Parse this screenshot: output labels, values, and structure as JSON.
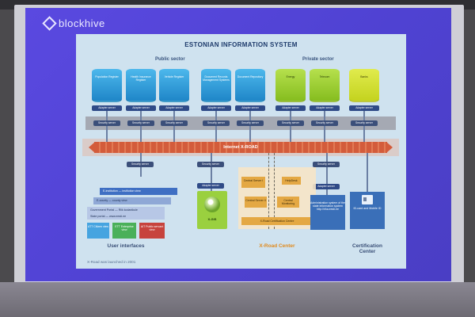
{
  "brand": {
    "name": "blockhive"
  },
  "slide": {
    "title": "ESTONIAN INFORMATION SYSTEM",
    "public_sector_label": "Public sector",
    "private_sector_label": "Private sector",
    "databases": [
      {
        "label": "Population Register",
        "color": "blue"
      },
      {
        "label": "Health Insurance Register",
        "color": "blue"
      },
      {
        "label": "Vehicle Register",
        "color": "blue"
      },
      {
        "label": "Document Records Management Systems",
        "color": "blue"
      },
      {
        "label": "Document Repository",
        "color": "blue"
      },
      {
        "label": "Energy",
        "color": "green"
      },
      {
        "label": "Telecom",
        "color": "green"
      },
      {
        "label": "Banks",
        "color": "yellow"
      }
    ],
    "adapter_label": "Adapter server",
    "security_label": "Security server",
    "xroad_label": "Internet X-ROAD",
    "ui_items": [
      "E-institution — institution view",
      "E-county — county view",
      "Government Portal — Riik kodanikule"
    ],
    "portal_subtext": "State portal — www.eesti.ee",
    "ui_small": [
      "ATT Citizen view",
      "ETT Enterprise view",
      "AIT Public servant view"
    ],
    "user_interfaces_label": "User interfaces",
    "xgis_label": "X-GIS",
    "center_boxes": {
      "central_server_1": "Central Server I",
      "central_server_2": "Central Server II",
      "central_monitoring": "Central Monitoring",
      "helpdesk": "HelpDesk",
      "certification": "X-Road Certification Centre"
    },
    "xroad_center_label": "X-Road Center",
    "admin_label": "Administration system of the state information system http://riha.eesti.ee",
    "id_label": "ID-card and Mobile ID",
    "certification_label": "Certification Center",
    "footnote": "X-Road was launched in 2001"
  }
}
